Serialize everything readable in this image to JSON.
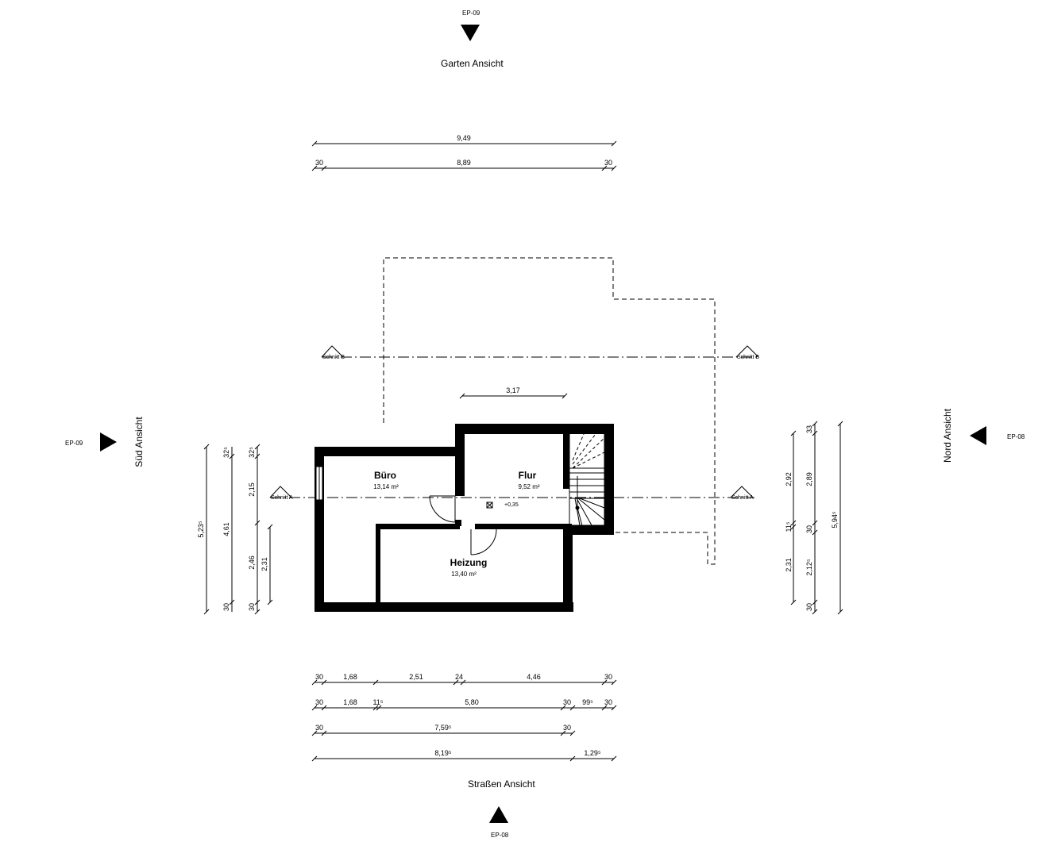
{
  "views": {
    "garden": {
      "label": "Garten Ansicht",
      "ref": "EP-09"
    },
    "street": {
      "label": "Straßen Ansicht",
      "ref": "EP-08"
    },
    "south": {
      "label": "Süd Ansicht",
      "ref": "EP-09"
    },
    "north": {
      "label": "Nord Ansicht",
      "ref": "EP-08"
    }
  },
  "sections": {
    "a": "Schnitt A",
    "b": "Schnitt B"
  },
  "rooms": [
    {
      "name": "Büro",
      "area": "13,14 m²"
    },
    {
      "name": "Flur",
      "area": "9,52 m²"
    },
    {
      "name": "Heizung",
      "area": "13,40 m²"
    }
  ],
  "level": "+0,35",
  "dims": {
    "top_total": "9,49",
    "top_row": [
      "30",
      "8,89",
      "30"
    ],
    "flur_width": "3,17",
    "bottom_row1": [
      "30",
      "1,68",
      "2,51",
      "24",
      "4,46",
      "30"
    ],
    "bottom_row2": [
      "30",
      "1,68",
      "11⁵",
      "5,80",
      "30",
      "99⁵",
      "30"
    ],
    "bottom_row3": [
      "30",
      "7,59⁵",
      "30"
    ],
    "bottom_row4": [
      "8,19⁵",
      "1,29⁵"
    ],
    "left_total": "5,23⁵",
    "left_mid": "4,61",
    "left_col": [
      "32⁵",
      "2,15",
      "2,46",
      "30"
    ],
    "left_inner": [
      "32⁵",
      "2,31",
      "30"
    ],
    "right_col1": [
      "2,92",
      "11⁵",
      "2,31"
    ],
    "right_col2": [
      "33",
      "2,89",
      "30",
      "2,12⁵",
      "30"
    ],
    "right_total": "5,94⁵"
  }
}
